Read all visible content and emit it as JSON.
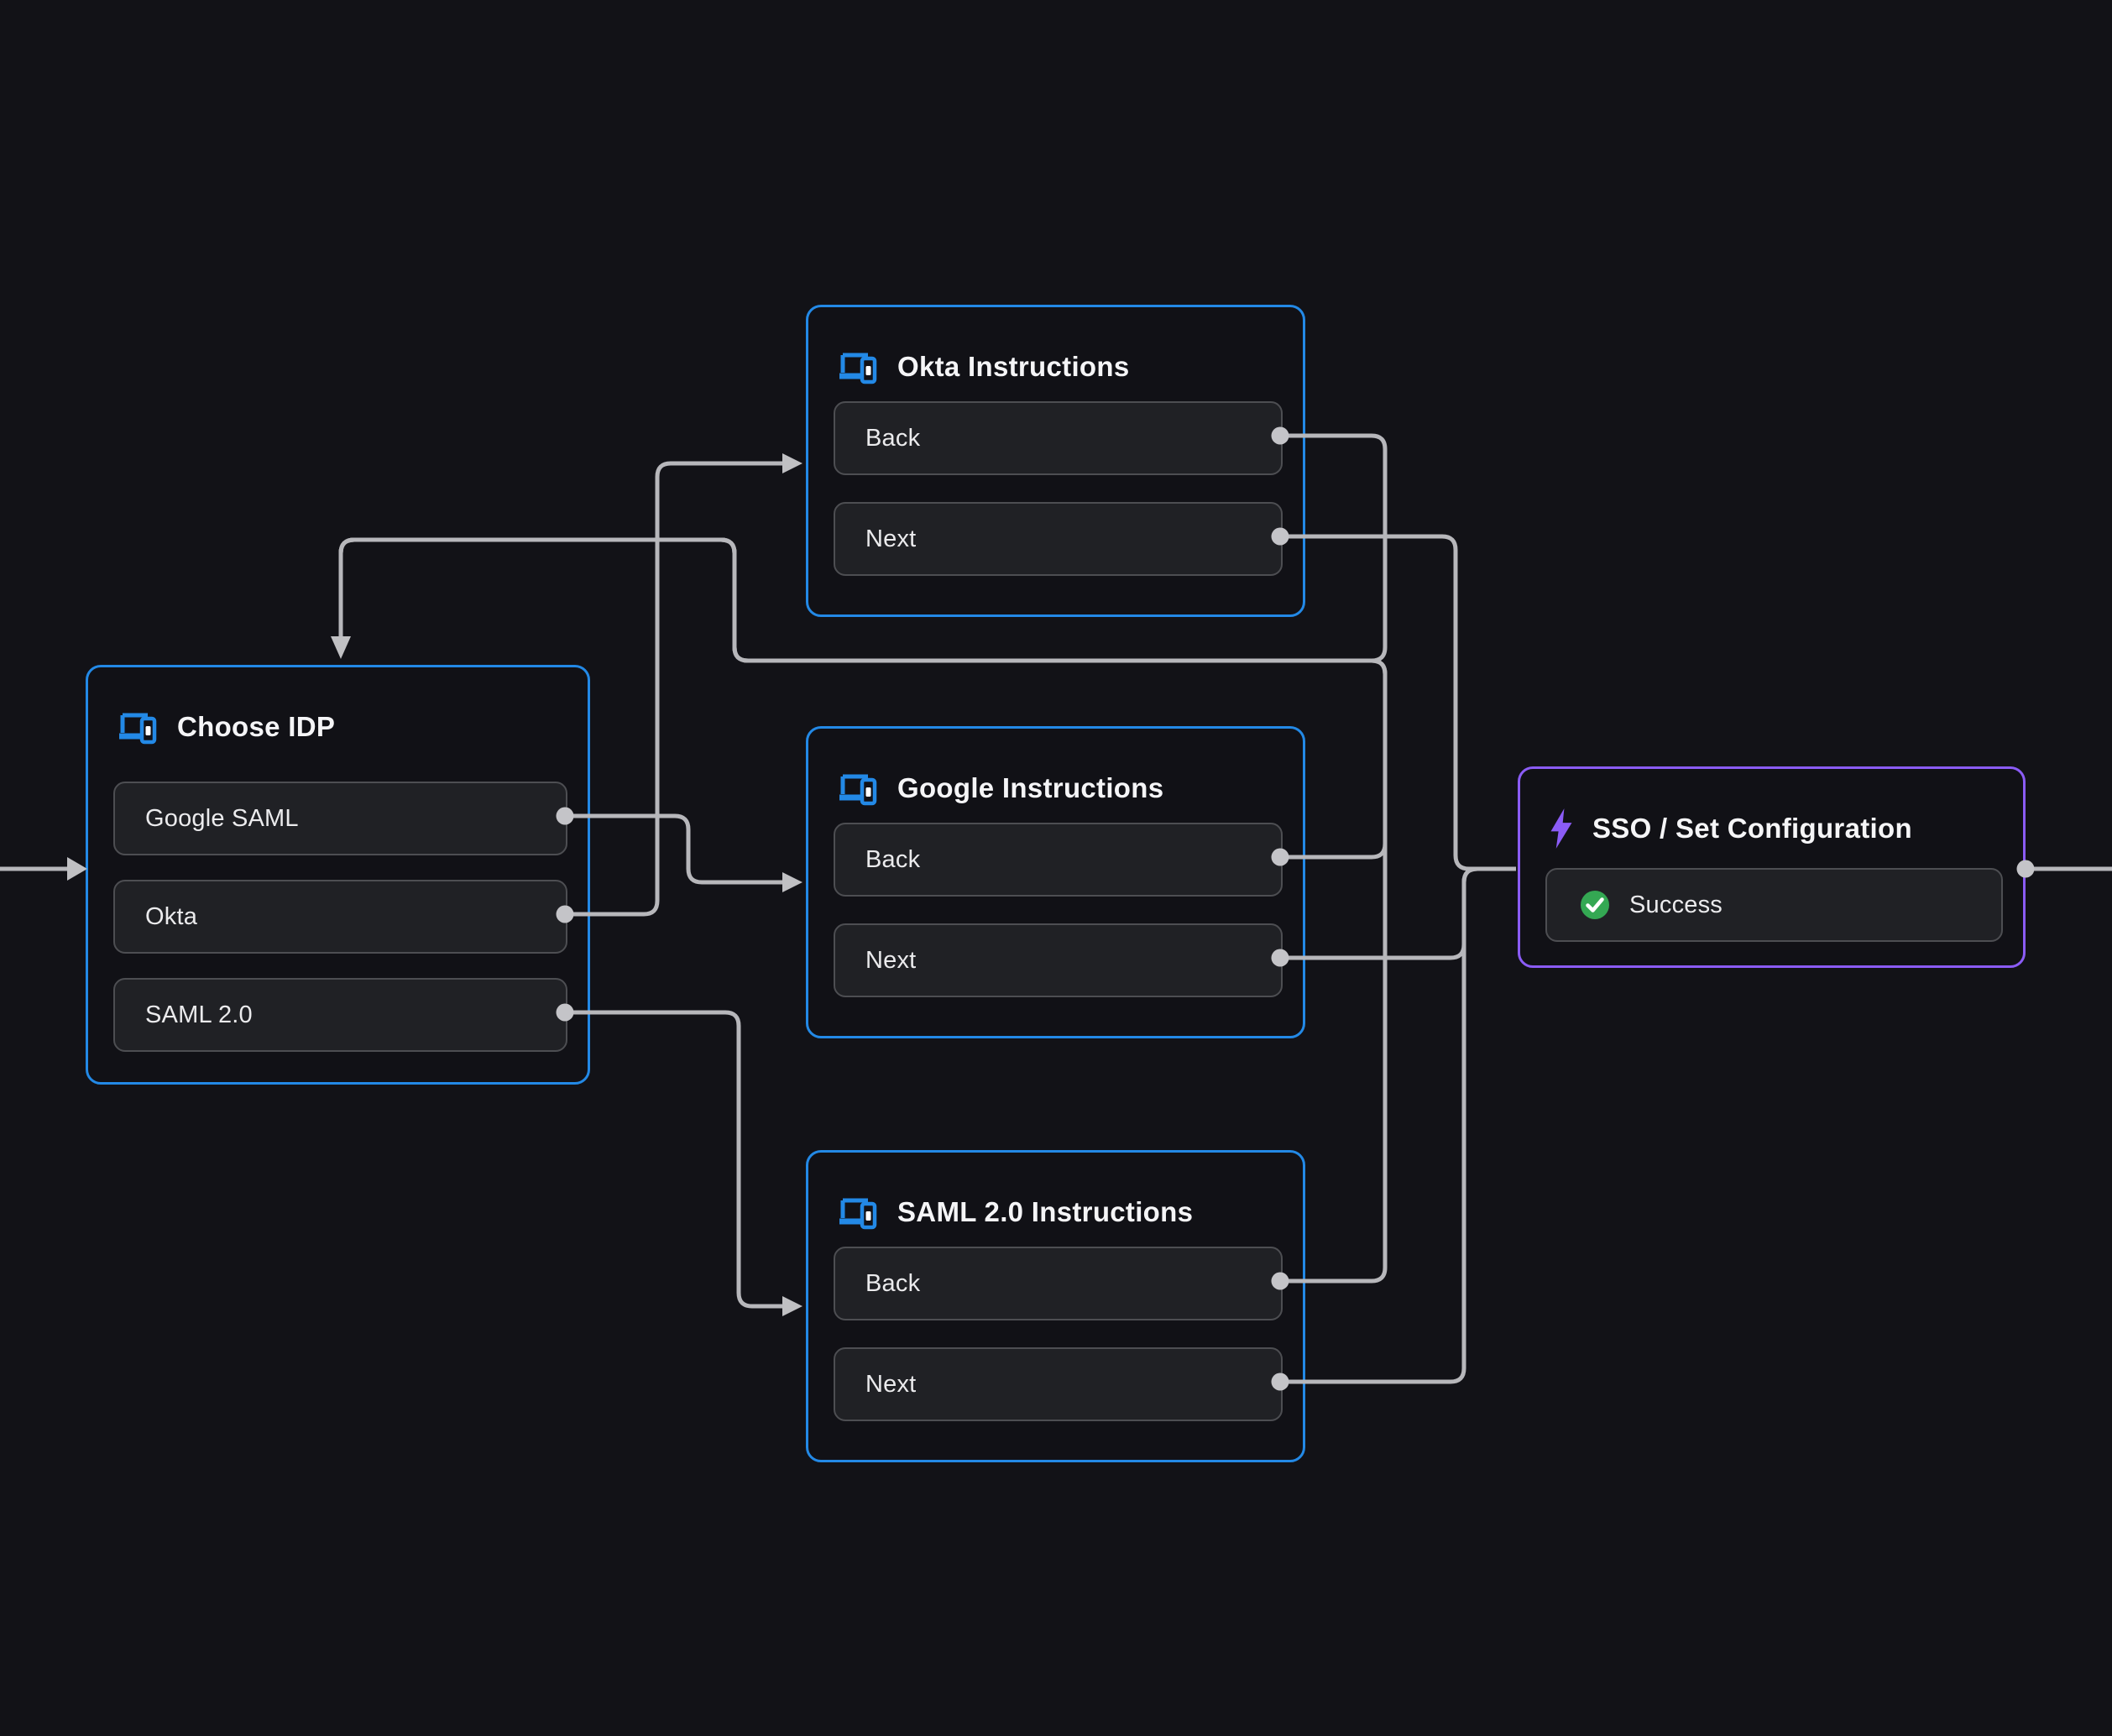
{
  "app": {
    "type": "workflow-canvas",
    "description": "SSO setup flow diagram",
    "background": "#121217"
  },
  "colors": {
    "canvas_bg": "#121217",
    "node_bg": "#111116",
    "node_accent_blue": "#2389e6",
    "node_accent_purple": "#8b5cf6",
    "item_bg": "#202125",
    "item_border": "#4d4e52",
    "edge_gray": "#b7b7bb",
    "port_gray": "#c4c4c8",
    "success_green": "#34a853",
    "text": "#f5f5f7"
  },
  "nodes": {
    "choose_idp": {
      "title": "Choose IDP",
      "icon": "devices-icon",
      "accent": "#2389e6",
      "items": [
        {
          "label": "Google SAML"
        },
        {
          "label": "Okta"
        },
        {
          "label": "SAML 2.0"
        }
      ]
    },
    "okta_instructions": {
      "title": "Okta Instructions",
      "icon": "devices-icon",
      "accent": "#2389e6",
      "items": [
        {
          "label": "Back"
        },
        {
          "label": "Next"
        }
      ]
    },
    "google_instructions": {
      "title": "Google Instructions",
      "icon": "devices-icon",
      "accent": "#2389e6",
      "items": [
        {
          "label": "Back"
        },
        {
          "label": "Next"
        }
      ]
    },
    "saml_instructions": {
      "title": "SAML 2.0 Instructions",
      "icon": "devices-icon",
      "accent": "#2389e6",
      "items": [
        {
          "label": "Back"
        },
        {
          "label": "Next"
        }
      ]
    },
    "sso": {
      "title": "SSO / Set Configuration",
      "icon": "lightning-icon",
      "accent": "#8b5cf6",
      "items": [
        {
          "label": "Success",
          "icon": "check-circle-icon",
          "status_color": "#34a853"
        }
      ]
    }
  },
  "edges": [
    {
      "from": "flow-start",
      "to": "choose-idp"
    },
    {
      "from": "choose-idp.okta",
      "to": "okta-instructions"
    },
    {
      "from": "choose-idp.google-saml",
      "to": "google-instructions"
    },
    {
      "from": "choose-idp.saml-2.0",
      "to": "saml-2.0-instructions"
    },
    {
      "from": "okta-instructions.back",
      "to": "choose-idp"
    },
    {
      "from": "google-instructions.back",
      "to": "choose-idp"
    },
    {
      "from": "saml-2.0-instructions.back",
      "to": "choose-idp"
    },
    {
      "from": "okta-instructions.next",
      "to": "sso-set-configuration"
    },
    {
      "from": "google-instructions.next",
      "to": "sso-set-configuration"
    },
    {
      "from": "saml-2.0-instructions.next",
      "to": "sso-set-configuration"
    },
    {
      "from": "sso-set-configuration",
      "to": "flow-end"
    }
  ]
}
